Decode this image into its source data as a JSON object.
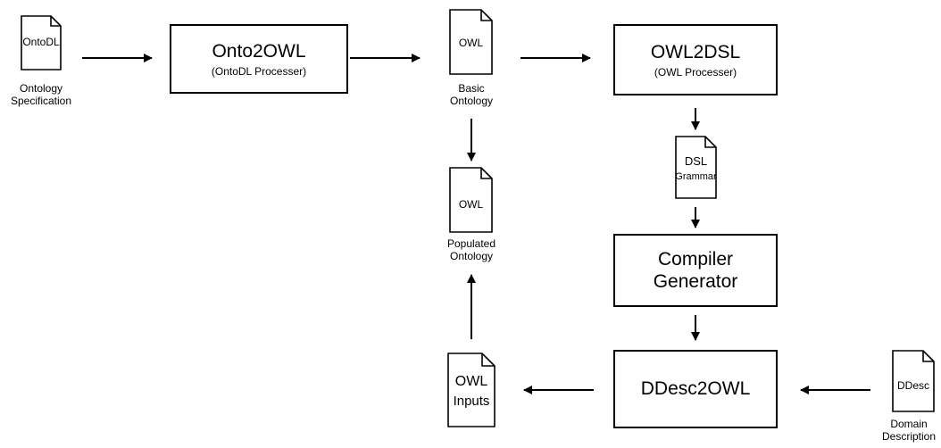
{
  "docs": {
    "ontodl": {
      "label": "OntoDL",
      "caption": [
        "Ontology",
        "Specification"
      ]
    },
    "owl_basic": {
      "label": "OWL",
      "caption": [
        "Basic",
        "Ontology"
      ]
    },
    "owl_populated": {
      "label": "OWL",
      "caption": [
        "Populated",
        "Ontology"
      ]
    },
    "dsl": {
      "label": [
        "DSL",
        "Grammar"
      ]
    },
    "owl_inputs": {
      "label": [
        "OWL",
        "Inputs"
      ]
    },
    "ddesc": {
      "label": "DDesc",
      "caption": [
        "Domain",
        "Description"
      ]
    }
  },
  "boxes": {
    "onto2owl": {
      "title": "Onto2OWL",
      "subtitle": "(OntoDL Processer)"
    },
    "owl2dsl": {
      "title": "OWL2DSL",
      "subtitle": "(OWL Processer)"
    },
    "compiler": {
      "title": [
        "Compiler",
        "Generator"
      ]
    },
    "ddesc2owl": {
      "title": "DDesc2OWL"
    }
  }
}
